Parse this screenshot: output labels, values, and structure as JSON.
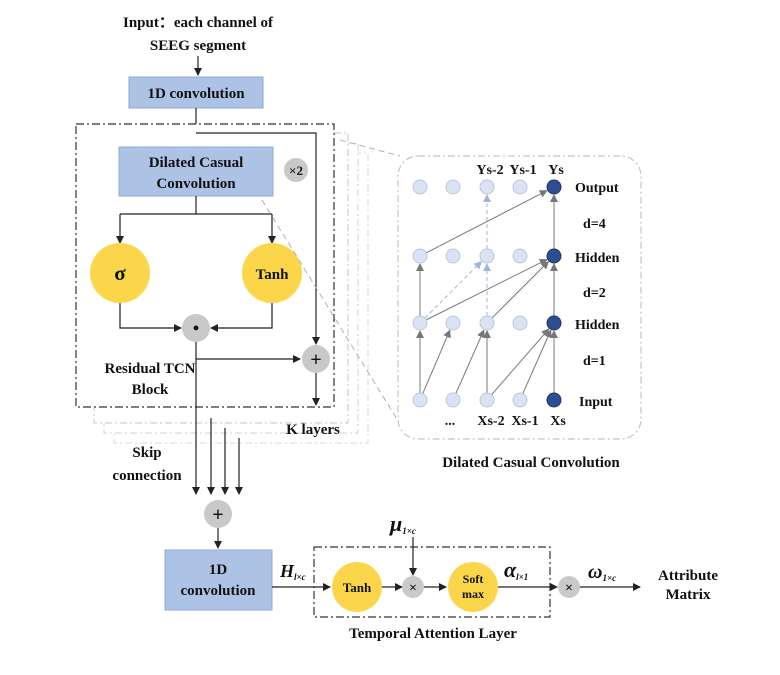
{
  "colors": {
    "box_fill": "#adc3e6",
    "box_stroke": "#8fa9d3",
    "circle_fill": "#fcd64a",
    "op_fill": "#c9c9c9",
    "node_light": "#dbe3f3",
    "node_dark": "#2e4f8f",
    "line": "#222222"
  },
  "input_label": {
    "line1": "Input：each channel of",
    "line2": "SEEG segment"
  },
  "conv_top_label": "1D convolution",
  "tcn": {
    "dilated_l1": "Dilated Casual",
    "dilated_l2": "Convolution",
    "times2": "×2",
    "sigma": "σ",
    "tanh": "Tanh",
    "dot_op": "•",
    "plus_op": "+",
    "block_l1": "Residual TCN",
    "block_l2": "Block",
    "k_layers": "K layers"
  },
  "skip_label": {
    "line1": "Skip",
    "line2": "connection"
  },
  "merge_plus": "+",
  "conv_bottom": {
    "line1": "1D",
    "line2": "convolution"
  },
  "attention": {
    "h_main": "H",
    "h_sub": "l×c",
    "mu_main": "μ",
    "mu_sub": "1×c",
    "tanh": "Tanh",
    "times_op": "×",
    "softmax_l1": "Soft",
    "softmax_l2": "max",
    "alpha_main": "α",
    "alpha_sub": "l×1",
    "times_op2": "×",
    "omega_main": "ω",
    "omega_sub": "1×c",
    "layer_label": "Temporal Attention Layer",
    "output_l1": "Attribute",
    "output_l2": "Matrix"
  },
  "dilated_panel": {
    "top_labels": {
      "ys2": "Ys-2",
      "ys1": "Ys-1",
      "ys": "Ys"
    },
    "row_labels": {
      "output": "Output",
      "hidden1": "Hidden",
      "hidden2": "Hidden",
      "input": "Input"
    },
    "d_labels": {
      "d4": "d=4",
      "d2": "d=2",
      "d1": "d=1"
    },
    "bottom_labels": {
      "dots": "...",
      "xs2": "Xs-2",
      "xs1": "Xs-1",
      "xs": "Xs"
    },
    "caption": "Dilated Casual Convolution"
  }
}
